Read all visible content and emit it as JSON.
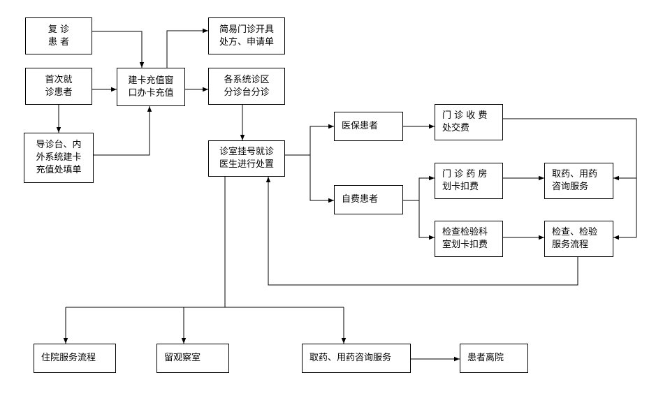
{
  "nodes": {
    "return_patient": "复 诊\n患 者",
    "first_visit": "首次就\n诊患者",
    "guide_desk": "导诊台、内\n外系统建卡\n充值处填单",
    "card_window": "建卡充值窗\n口办卡充值",
    "simple_clinic": "简易门诊开具\n处方、申请单",
    "triage": "各系统诊区\n分诊台分诊",
    "consult_room": "诊室挂号就诊\n医生进行处置",
    "insured": "医保患者",
    "self_pay": "自费患者",
    "clinic_cashier": "门 诊 收 费\n处交费",
    "pharmacy_card": "门 诊 药 房\n划卡扣费",
    "lab_card": "检查检验科\n室划卡扣费",
    "medicine_consult": "取药、用药\n咨询服务",
    "exam_service": "检查、检验\n服务流程",
    "inpatient": "住院服务流程",
    "observation": "留观察室",
    "medicine_consult_final": "取药、用药咨询服务",
    "discharge": "患者离院"
  }
}
